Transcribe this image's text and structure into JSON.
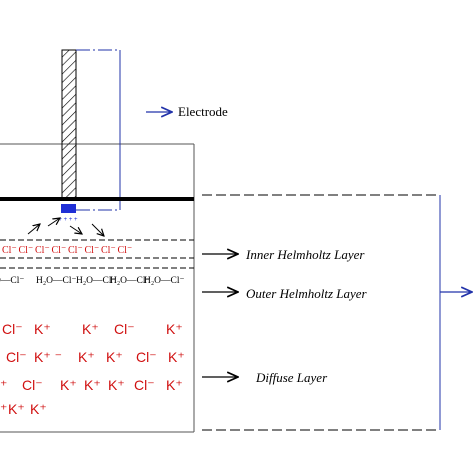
{
  "labels": {
    "electrode": "Electrode",
    "inner_helmholtz": "Inner Helmholtz Layer",
    "outer_helmholtz": "Outer Helmholtz Layer",
    "diffuse": "Diffuse Layer"
  },
  "electrode_charge": "+ + + +",
  "inner_row": [
    "Cl⁻",
    "Cl⁻",
    "Cl⁻",
    "Cl⁻",
    "Cl⁻",
    "Cl⁻",
    "Cl⁻",
    "Cl⁻"
  ],
  "outer_row": [
    "O—Cl⁻",
    "H₂O—Cl⁻",
    "H₂O—Cl⁻",
    "H₂O—Cl⁻",
    "H₂O—Cl⁻"
  ],
  "diffuse_rows": [
    [
      "Cl⁻",
      "K⁺",
      "K⁺",
      "Cl⁻",
      "K⁺"
    ],
    [
      "Cl⁻",
      "K⁺ ⁻",
      "K⁺",
      "K⁺",
      "Cl⁻",
      "K⁺"
    ],
    [
      "⁺",
      "Cl⁻",
      "K⁺",
      "K⁺",
      "K⁺",
      "Cl⁻",
      "K⁺"
    ],
    [
      "⁺",
      "K⁺",
      "K⁺"
    ]
  ],
  "colors": {
    "ion_red": "#d01010",
    "arrow_blue": "#2233aa",
    "electrode_blue": "#1f2fd6",
    "line": "#000000",
    "box": "#555555"
  }
}
